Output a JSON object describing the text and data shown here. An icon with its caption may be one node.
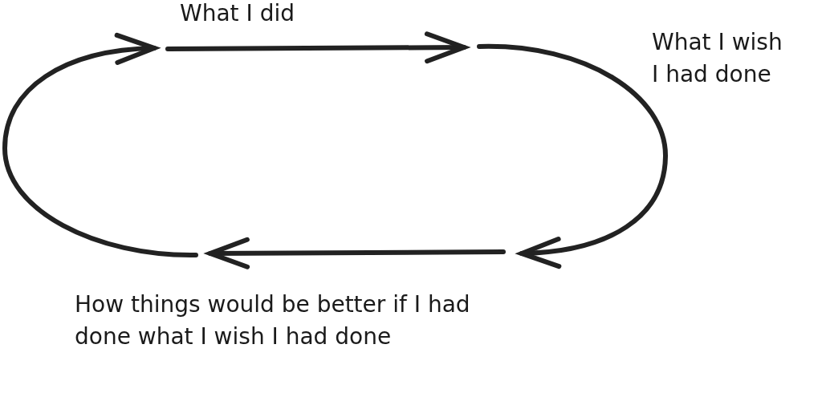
{
  "diagram": {
    "labels": [
      "What I did",
      "What I wish I had done",
      "How things would be better if I had done what I wish I had done"
    ]
  }
}
